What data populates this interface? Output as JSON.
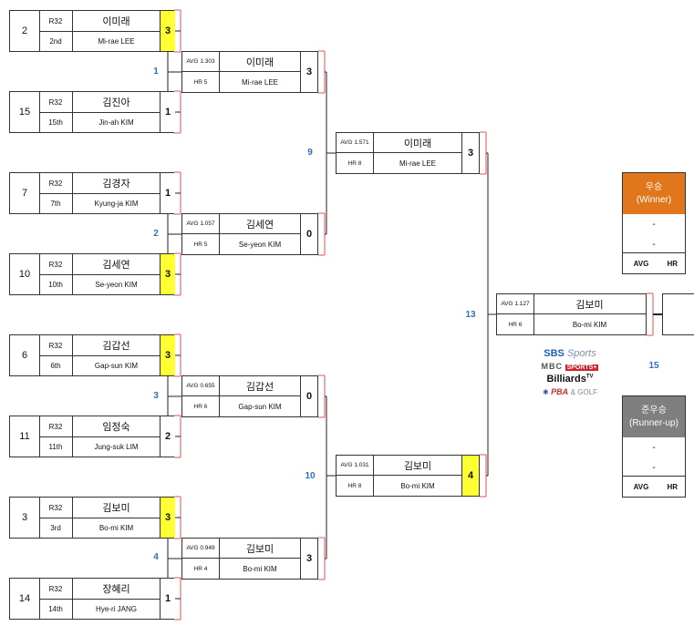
{
  "round1": [
    {
      "seed": "2",
      "label": "R32",
      "rank": "2nd",
      "kor": "이미래",
      "eng": "Mi-rae LEE",
      "score": "3",
      "winner": true
    },
    {
      "seed": "15",
      "label": "R32",
      "rank": "15th",
      "kor": "김진아",
      "eng": "Jin-ah KIM",
      "score": "1",
      "winner": false
    },
    {
      "seed": "7",
      "label": "R32",
      "rank": "7th",
      "kor": "김경자",
      "eng": "Kyung-ja KIM",
      "score": "1",
      "winner": false
    },
    {
      "seed": "10",
      "label": "R32",
      "rank": "10th",
      "kor": "김세연",
      "eng": "Se-yeon KIM",
      "score": "3",
      "winner": true
    },
    {
      "seed": "6",
      "label": "R32",
      "rank": "6th",
      "kor": "김갑선",
      "eng": "Gap-sun KIM",
      "score": "3",
      "winner": true
    },
    {
      "seed": "11",
      "label": "R32",
      "rank": "11th",
      "kor": "임정숙",
      "eng": "Jung-suk LIM",
      "score": "2",
      "winner": false
    },
    {
      "seed": "3",
      "label": "R32",
      "rank": "3rd",
      "kor": "김보미",
      "eng": "Bo-mi KIM",
      "score": "3",
      "winner": true
    },
    {
      "seed": "14",
      "label": "R32",
      "rank": "14th",
      "kor": "장혜리",
      "eng": "Hye-ri JANG",
      "score": "1",
      "winner": false
    }
  ],
  "quarterfinals": [
    {
      "avg": "AVG 1.303",
      "hr": "HR 5",
      "kor": "이미래",
      "eng": "Mi-rae LEE",
      "score": "3",
      "winner": false
    },
    {
      "avg": "AVG 1.057",
      "hr": "HR 5",
      "kor": "김세연",
      "eng": "Se-yeon KIM",
      "score": "0",
      "winner": false
    },
    {
      "avg": "AVG 0.655",
      "hr": "HR 6",
      "kor": "김갑선",
      "eng": "Gap-sun KIM",
      "score": "0",
      "winner": false
    },
    {
      "avg": "AVG 0.949",
      "hr": "HR 4",
      "kor": "김보미",
      "eng": "Bo-mi KIM",
      "score": "3",
      "winner": false
    }
  ],
  "semifinals": [
    {
      "avg": "AVG 1.571",
      "hr": "HR 8",
      "kor": "이미래",
      "eng": "Mi-rae LEE",
      "score": "3",
      "winner": false
    },
    {
      "avg": "AVG 1.031",
      "hr": "HR 8",
      "kor": "김보미",
      "eng": "Bo-mi KIM",
      "score": "4",
      "winner": true
    }
  ],
  "final": {
    "avg": "AVG 1.127",
    "hr": "HR 6",
    "kor": "김보미",
    "eng": "Bo-mi KIM"
  },
  "match_numbers": {
    "m1": "1",
    "m2": "2",
    "m3": "3",
    "m4": "4",
    "m9": "9",
    "m10": "10",
    "m13": "13",
    "m15": "15"
  },
  "winner_box": {
    "title_kor": "우승",
    "title_eng": "(Winner)",
    "line1": "-",
    "line2": "-",
    "avg_label": "AVG",
    "hr_label": "HR"
  },
  "runnerup_box": {
    "title_kor": "준우승",
    "title_eng": "(Runner-up)",
    "line1": "-",
    "line2": "-",
    "avg_label": "AVG",
    "hr_label": "HR"
  },
  "sponsors": {
    "sbs": "SBS",
    "sbs_sports": "Sports",
    "mbc": "MBC",
    "mbc_sports": "SPORTS+",
    "billiards": "Billiards",
    "billiards_tv": "TV",
    "pba": "PBA",
    "pba_golf": "& GOLF"
  },
  "colors": {
    "winner_highlight": "#ffff33",
    "match_number": "#2e6fc0",
    "winner_header": "#e2761c",
    "runner_header": "#7f7f7f",
    "bracket_line": "#222222",
    "score_tab_line": "#e05050"
  }
}
